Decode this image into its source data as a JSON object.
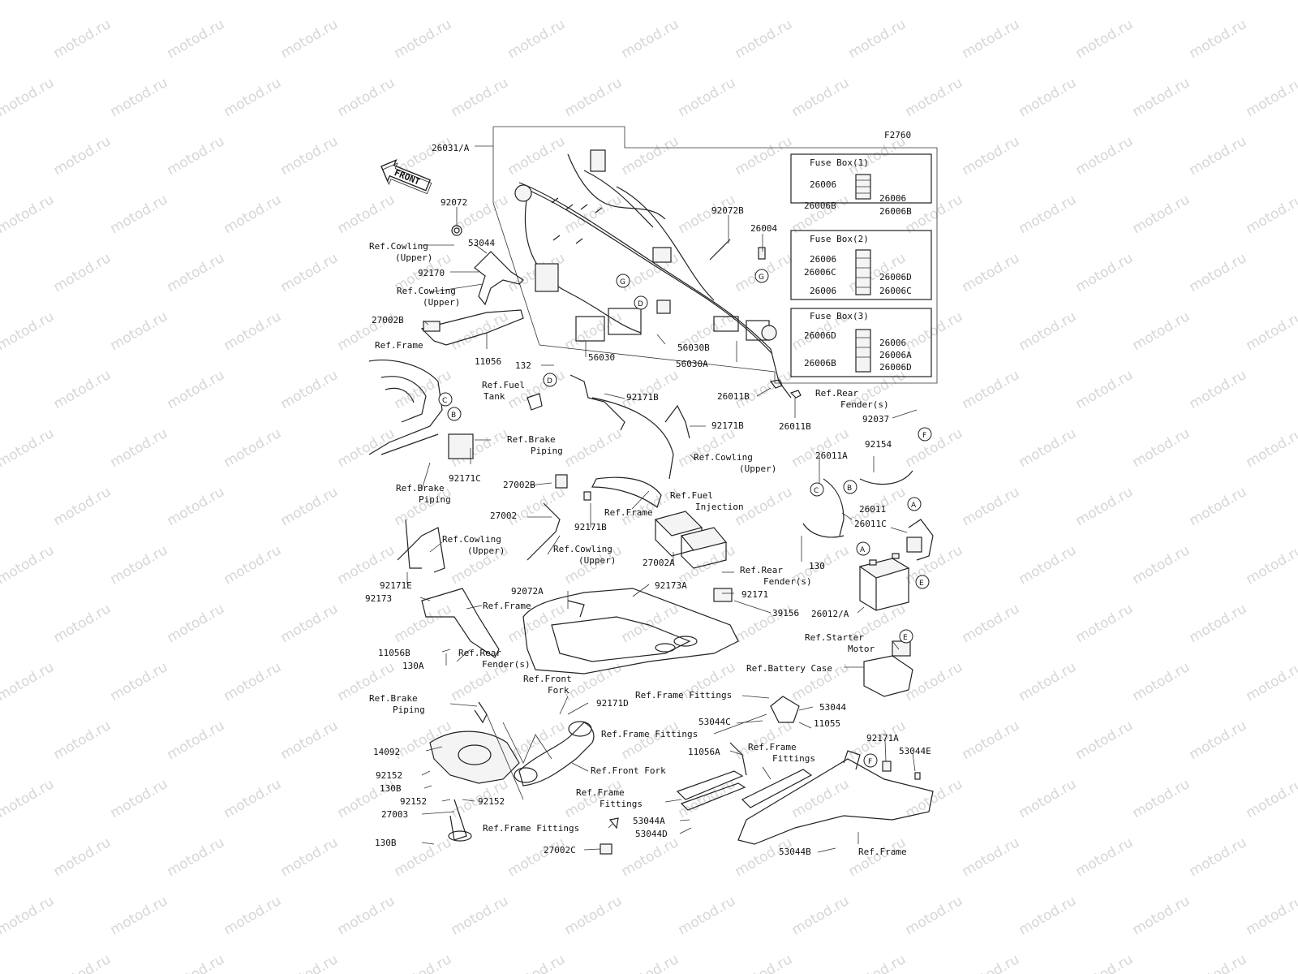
{
  "figure_code": "F2760",
  "watermark": "motod.ru",
  "front_arrow": "FRONT",
  "fuse_boxes": [
    {
      "title": "Fuse Box(1)",
      "left": [
        "26006",
        "26006B"
      ],
      "right": [
        "26006",
        "26006B"
      ]
    },
    {
      "title": "Fuse Box(2)",
      "left": [
        "26006",
        "26006C",
        "26006"
      ],
      "right": [
        "26006D",
        "26006C"
      ]
    },
    {
      "title": "Fuse Box(3)",
      "left": [
        "26006D",
        "26006B"
      ],
      "right": [
        "26006",
        "26006A",
        "26006D"
      ]
    }
  ],
  "callouts": [
    "A",
    "B",
    "C",
    "D",
    "E",
    "F",
    "G"
  ],
  "labels": {
    "l26031A": "26031/A",
    "l92072": "92072",
    "l53044a": "53044",
    "refCowlUpper1a": "Ref.Cowling",
    "refCowlUpper1b": "(Upper)",
    "l92170": "92170",
    "refCowlUpper2a": "Ref.Cowling",
    "refCowlUpper2b": "(Upper)",
    "l27002B_1": "27002B",
    "l11056": "11056",
    "l92072B": "92072B",
    "l26004": "26004",
    "l56030B": "56030B",
    "l56030": "56030",
    "l56030A": "56030A",
    "refFrame1": "Ref.Frame",
    "l132": "132",
    "refFuelTank_a": "Ref.Fuel",
    "refFuelTank_b": "Tank",
    "l92171B_1": "92171B",
    "l26011B_1": "26011B",
    "l26011B_2": "26011B",
    "refRearFender1a": "Ref.Rear",
    "refRearFender1b": "Fender(s)",
    "l92037": "92037",
    "refBrakePiping1a": "Ref.Brake",
    "refBrakePiping1b": "Piping",
    "l92171B_2": "92171B",
    "refCowlUpper3a": "Ref.Cowling",
    "refCowlUpper3b": "(Upper)",
    "l92171C": "92171C",
    "refBrakePiping2a": "Ref.Brake",
    "refBrakePiping2b": "Piping",
    "l27002B_2": "27002B",
    "l26011A": "26011A",
    "l92154": "92154",
    "refFrame2": "Ref.Frame",
    "refFuelInj_a": "Ref.Fuel",
    "refFuelInj_b": "Injection",
    "l27002": "27002",
    "l92171B_3": "92171B",
    "l26011": "26011",
    "l26011C": "26011C",
    "refCowlUpper4a": "Ref.Cowling",
    "refCowlUpper4b": "(Upper)",
    "refCowlUpper5a": "Ref.Cowling",
    "refCowlUpper5b": "(Upper)",
    "l27002A": "27002A",
    "l130_1": "130",
    "refRearFender2a": "Ref.Rear",
    "refRearFender2b": "Fender(s)",
    "l92171E": "92171E",
    "l92173": "92173",
    "l92072A": "92072A",
    "l92173A": "92173A",
    "l92171": "92171",
    "refFrame3": "Ref.Frame",
    "l39156": "39156",
    "l26012A": "26012/A",
    "refStarter_a": "Ref.Starter",
    "refStarter_b": "Motor",
    "l11056B": "11056B",
    "refRearFender3a": "Ref.Rear",
    "refRearFender3b": "Fender(s)",
    "l130A": "130A",
    "refBatteryCase": "Ref.Battery Case",
    "refFrontFork1a": "Ref.Front",
    "refFrontFork1b": "Fork",
    "refFrameFittings1": "Ref.Frame Fittings",
    "refBrakePiping3a": "Ref.Brake",
    "refBrakePiping3b": "Piping",
    "l92171D": "92171D",
    "l53044b": "53044",
    "l53044C": "53044C",
    "refFrameFittings2": "Ref.Frame Fittings",
    "l11055": "11055",
    "l14092": "14092",
    "l11056A": "11056A",
    "refFrameFittings3a": "Ref.Frame",
    "refFrameFittings3b": "Fittings",
    "l92171A": "92171A",
    "l53044E": "53044E",
    "refFrontFork2": "Ref.Front Fork",
    "l92152_1": "92152",
    "l130B_1": "130B",
    "l92152_2": "92152",
    "l92152_3": "92152",
    "refFrameFittings4a": "Ref.Frame",
    "refFrameFittings4b": "Fittings",
    "l27003": "27003",
    "l53044A": "53044A",
    "l53044D": "53044D",
    "refFrameFittings5": "Ref.Frame Fittings",
    "l130B_2": "130B",
    "l27002C": "27002C",
    "l53044B": "53044B",
    "refFrame4": "Ref.Frame"
  }
}
